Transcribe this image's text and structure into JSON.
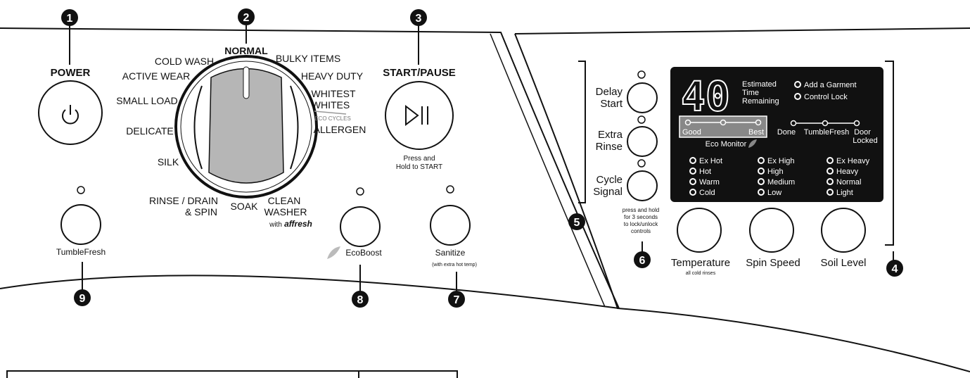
{
  "callouts": [
    "1",
    "2",
    "3",
    "4",
    "5",
    "6",
    "7",
    "8",
    "9"
  ],
  "power": {
    "label": "POWER"
  },
  "dial": {
    "normal": "NORMAL",
    "cold_wash": "COLD WASH",
    "active_wear": "ACTIVE WEAR",
    "small_load": "SMALL LOAD",
    "delicate": "DELICATE",
    "silk": "SILK",
    "rinse_drain_1": "RINSE / DRAIN",
    "rinse_drain_2": "& SPIN",
    "soak": "SOAK",
    "clean_washer_1": "CLEAN",
    "clean_washer_2": "WASHER",
    "with": "with",
    "affresh": "affresh",
    "bulky_items": "BULKY ITEMS",
    "heavy_duty": "HEAVY DUTY",
    "whitest_1": "WHITEST",
    "whitest_2": "WHITES",
    "eco_cycles": "ECO CYCLES",
    "allergen": "ALLERGEN"
  },
  "start_pause": {
    "label": "START/PAUSE",
    "note_1": "Press and",
    "note_2": "Hold to START"
  },
  "tumblefresh": {
    "label": "TumbleFresh"
  },
  "ecoboost": {
    "label": "EcoBoost"
  },
  "sanitize": {
    "label": "Sanitize",
    "note": "(with extra hot temp)"
  },
  "left_buttons": {
    "delay_1": "Delay",
    "delay_2": "Start",
    "extra_1": "Extra",
    "extra_2": "Rinse",
    "cycle_1": "Cycle",
    "cycle_2": "Signal",
    "lock_note_1": "press and hold",
    "lock_note_2": "for 3 seconds",
    "lock_note_3": "to lock/unlock",
    "lock_note_4": "controls"
  },
  "display": {
    "digits": "40",
    "est_1": "Estimated",
    "est_2": "Time",
    "est_3": "Remaining",
    "add_garment": "Add a Garment",
    "control_lock": "Control Lock",
    "good": "Good",
    "best": "Best",
    "eco_monitor": "Eco Monitor",
    "done": "Done",
    "tumblefresh": "TumbleFresh",
    "door_1": "Door",
    "door_2": "Locked",
    "temperature_levels": [
      "Ex Hot",
      "Hot",
      "Warm",
      "Cold"
    ],
    "spin_levels": [
      "Ex High",
      "High",
      "Medium",
      "Low"
    ],
    "soil_levels": [
      "Ex Heavy",
      "Heavy",
      "Normal",
      "Light"
    ]
  },
  "bottom_buttons": {
    "temperature": "Temperature",
    "temperature_note": "all cold rinses",
    "spin_speed": "Spin Speed",
    "soil_level": "Soil Level"
  }
}
